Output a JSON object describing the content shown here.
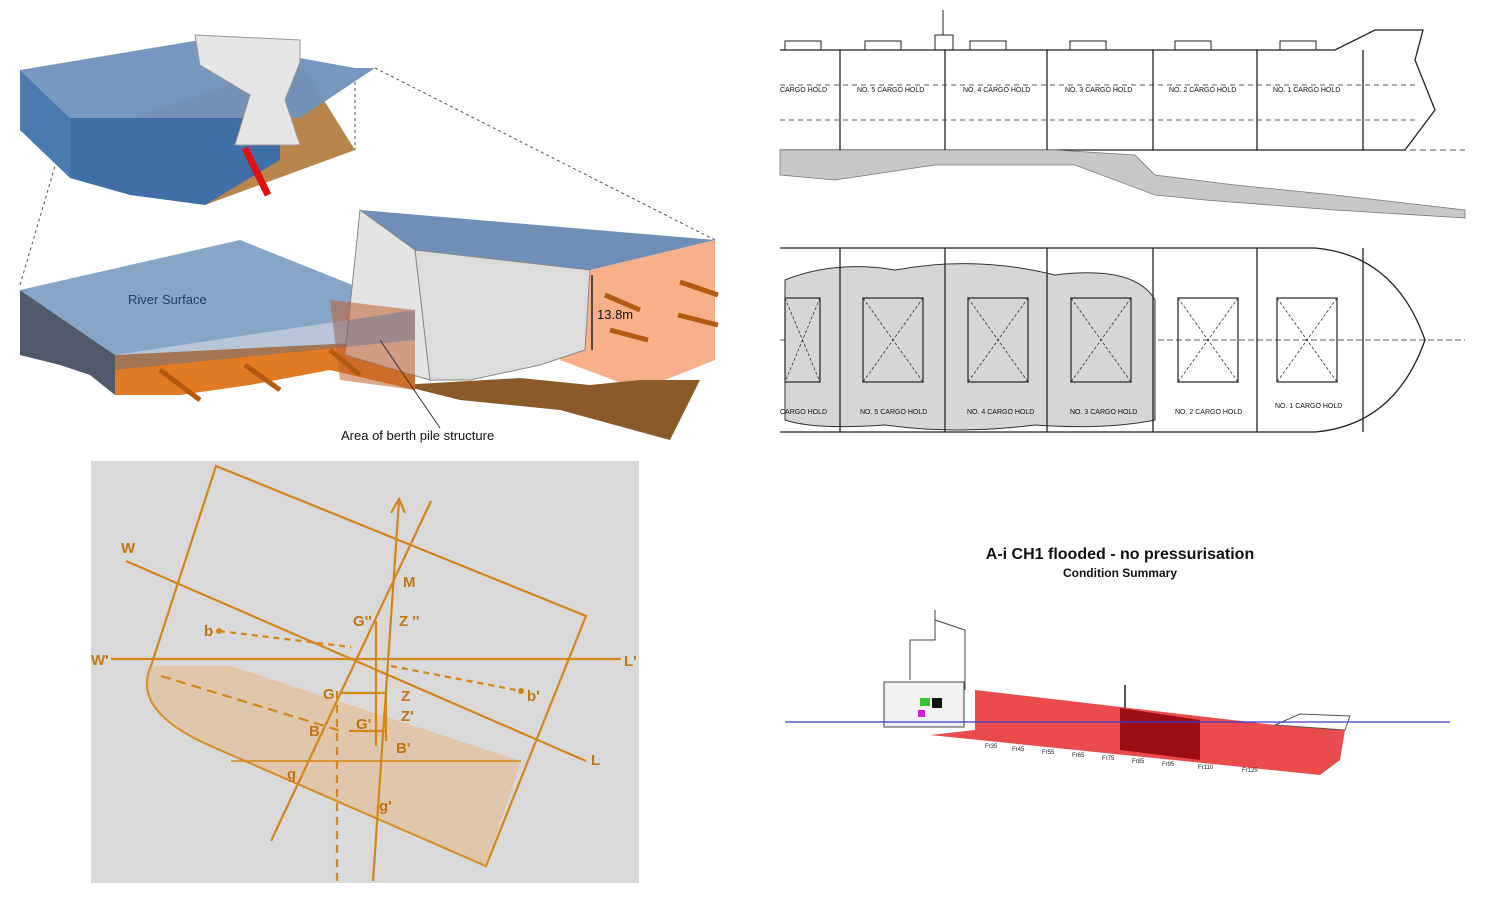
{
  "berth_diagram": {
    "river_label": "River Surface",
    "depth_label": "13.8m",
    "berth_label": "Area of berth pile structure"
  },
  "cargo_plan": {
    "profile_holds": [
      "CARGO HOLD",
      "NO. 5  CARGO HOLD",
      "NO. 4  CARGO HOLD",
      "NO. 3  CARGO HOLD",
      "NO. 2  CARGO HOLD",
      "NO. 1  CARGO HOLD"
    ],
    "plan_holds": [
      "CARGO HOLD",
      "NO. 5  CARGO HOLD",
      "NO. 4  CARGO HOLD",
      "NO. 3  CARGO HOLD",
      "NO. 2  CARGO HOLD",
      "NO. 1  CARGO HOLD"
    ]
  },
  "stability_diagram": {
    "labels": {
      "W": "W",
      "W1": "W'",
      "L": "L",
      "L1": "L'",
      "M": "M",
      "G2": "G''",
      "Z2": "Z ''",
      "G": "G",
      "Z": "Z",
      "G1": "G'",
      "Z1": "Z'",
      "B": "B",
      "B1": "B'",
      "b": "b",
      "b1": "b'",
      "g": "g",
      "g1": "g'"
    },
    "colors": {
      "line": "#d4861a",
      "background": "#d9d9d9"
    }
  },
  "flood_diagram": {
    "title": "A-i CH1 flooded - no pressurisation",
    "subtitle": "Condition Summary",
    "frames": [
      "Fr35",
      "Fr45",
      "Fr55",
      "Fr65",
      "Fr75",
      "Fr85",
      "Fr95",
      "Fr110",
      "Fr125"
    ],
    "colors": {
      "flooded": "#e8383a",
      "hold": "#9b0d12",
      "waterline": "#3b3bd6"
    }
  }
}
